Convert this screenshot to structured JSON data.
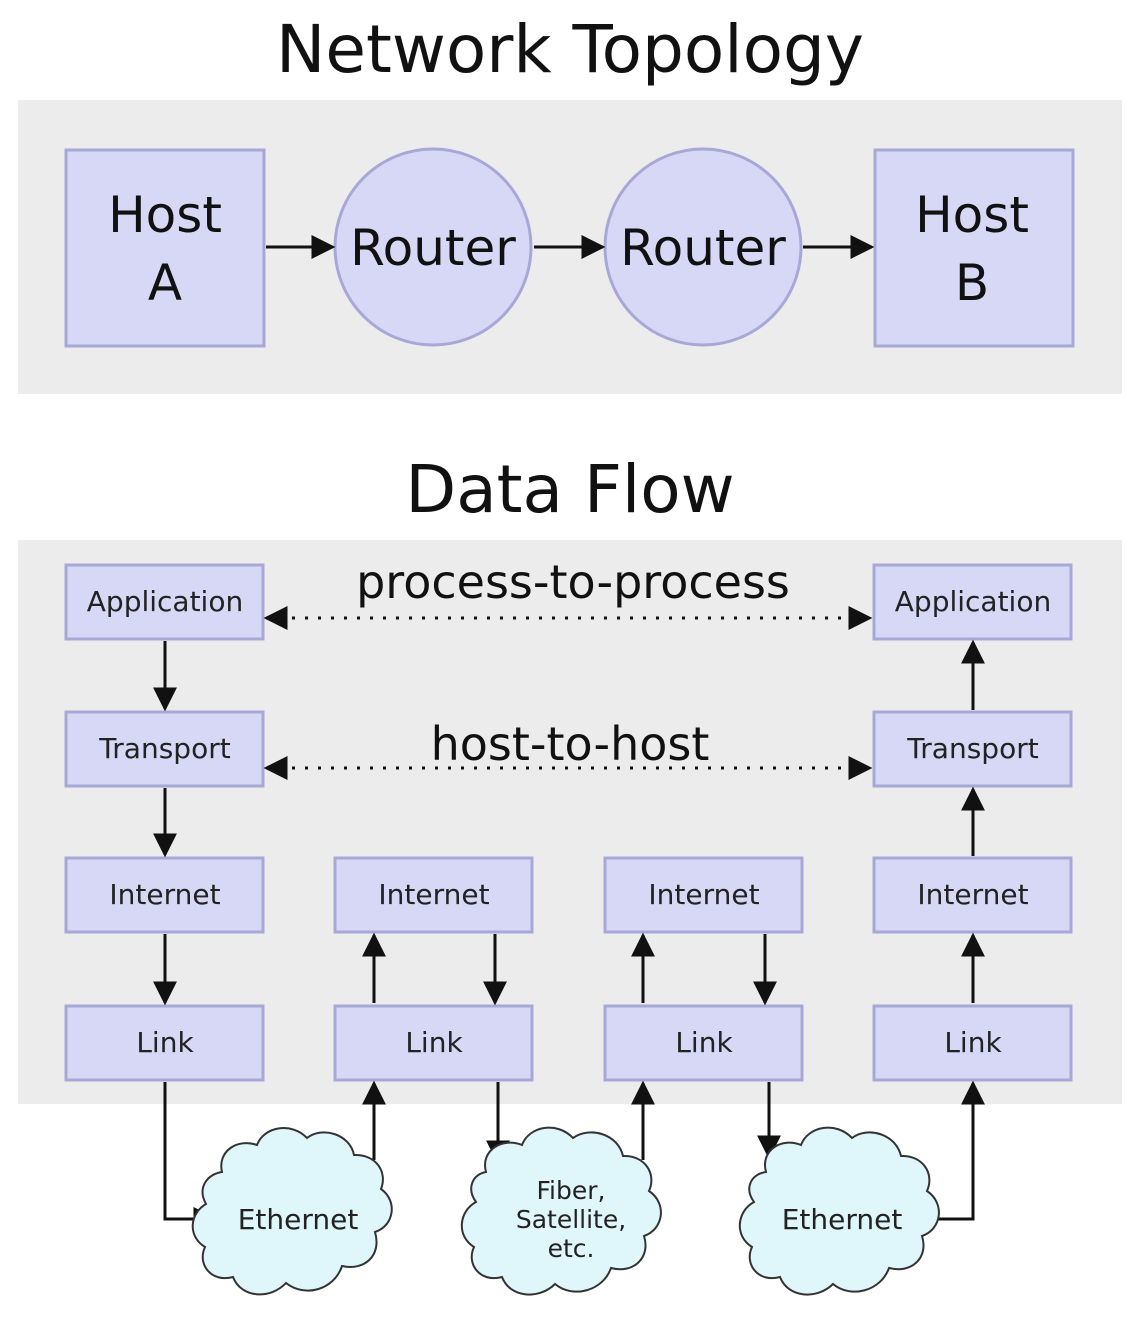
{
  "topology": {
    "title": "Network Topology",
    "host_a": [
      "Host",
      "A"
    ],
    "router_1": "Router",
    "router_2": "Router",
    "host_b": [
      "Host",
      "B"
    ]
  },
  "data_flow": {
    "title": "Data Flow",
    "process_label": "process-to-process",
    "host_label": "host-to-host",
    "left_stack": {
      "application": "Application",
      "transport": "Transport",
      "internet": "Internet",
      "link": "Link"
    },
    "middle_left_stack": {
      "internet": "Internet",
      "link": "Link"
    },
    "middle_right_stack": {
      "internet": "Internet",
      "link": "Link"
    },
    "right_stack": {
      "application": "Application",
      "transport": "Transport",
      "internet": "Internet",
      "link": "Link"
    },
    "media": {
      "left": "Ethernet",
      "middle": [
        "Fiber,",
        "Satellite,",
        "etc."
      ],
      "right": "Ethernet"
    }
  }
}
